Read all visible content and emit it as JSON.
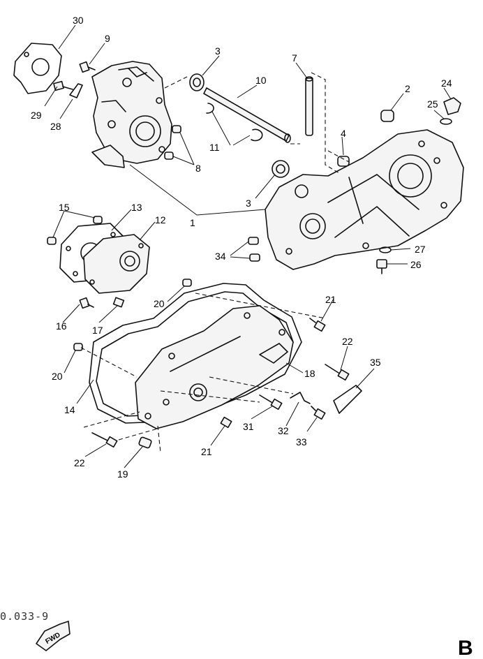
{
  "labels": {
    "p1": "1",
    "p2": "2",
    "p3a": "3",
    "p3b": "3",
    "p4": "4",
    "p7": "7",
    "p8": "8",
    "p9": "9",
    "p10": "10",
    "p11": "11",
    "p12": "12",
    "p13": "13",
    "p14": "14",
    "p15": "15",
    "p16": "16",
    "p17": "17",
    "p18": "18",
    "p19": "19",
    "p20a": "20",
    "p20b": "20",
    "p21a": "21",
    "p21b": "21",
    "p22a": "22",
    "p22b": "22",
    "p24": "24",
    "p25": "25",
    "p26": "26",
    "p27": "27",
    "p28": "28",
    "p29": "29",
    "p30": "30",
    "p31": "31",
    "p32": "32",
    "p33": "33",
    "p34": "34",
    "p35": "35"
  },
  "footer": {
    "code": "0.033-9",
    "fwd_label": "FWD",
    "page_letter": "B"
  }
}
